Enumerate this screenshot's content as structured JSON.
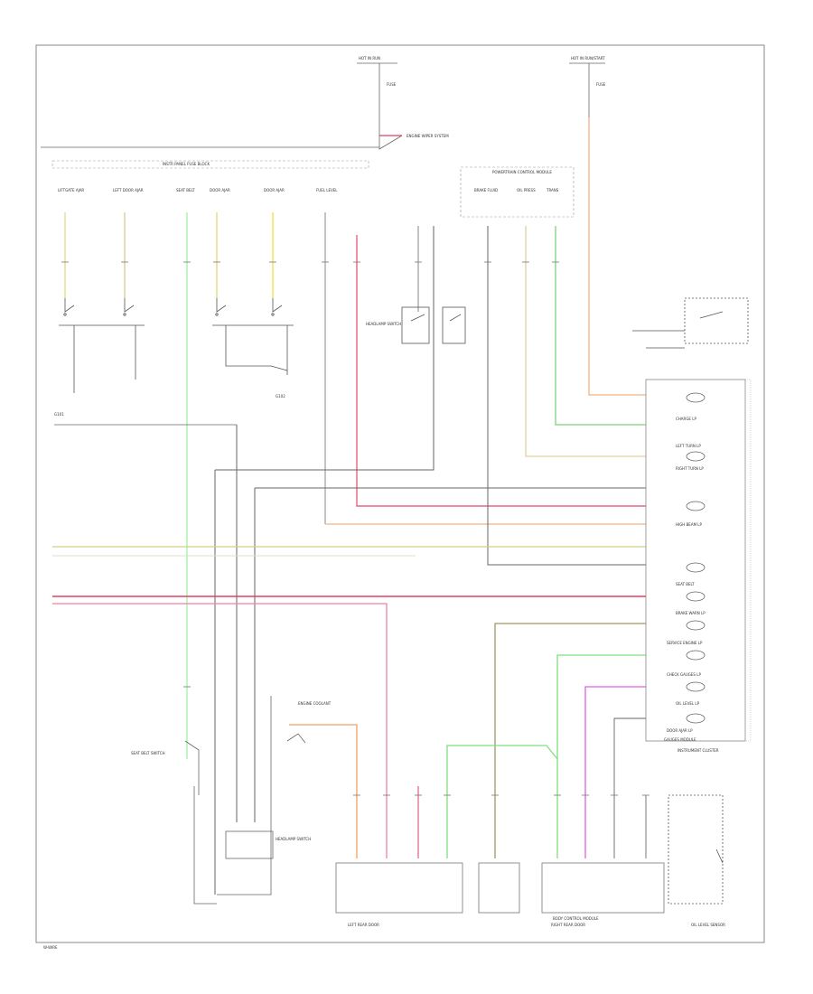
{
  "labels": {
    "hot_run_left": "HOT IN RUN",
    "hot_run_right": "HOT IN RUN/START",
    "fuse_left": "FUSE",
    "fuse_right": "FUSE",
    "engine_ws": "ENGINE WIPER SYSTEM",
    "inst_pnl_fuse": "INSTR PANEL FUSE BLOCK",
    "body_ctrl": "BODY CONTROL MODULE",
    "powertrain": "POWERTRAIN CONTROL MODULE",
    "sw_1": "LIFTGATE AJAR",
    "sw_2": "LEFT DOOR AJAR",
    "sw_3": "SEAT BELT",
    "sw_4": "DOOR AJAR",
    "sw_5": "DOOR AJAR",
    "sw_6": "FUEL LEVEL",
    "sw_7": "BRAKE FLUID",
    "sw_8": "OIL PRESS",
    "sw_9": "TRANS",
    "lightsw": "HEADLAMP SWITCH",
    "ground_1": "G101",
    "ground_2": "G102",
    "cluster_title": "INSTRUMENT CLUSTER",
    "gauges_mod": "GAUGES MODULE",
    "ind_1": "CHARGE LP",
    "ind_2": "LEFT TURN LP",
    "ind_3": "RIGHT TURN LP",
    "ind_4": "HIGH BEAM LP",
    "ind_5": "SEAT BELT",
    "ind_6": "BRAKE WARN LP",
    "ind_7": "SERVICE ENGINE LP",
    "ind_8": "CHECK GAUGES LP",
    "ind_9": "OIL LEVEL LP",
    "ind_10": "DOOR AJAR LP",
    "bottom_1": "SEAT BELT SWITCH",
    "bottom_2": "HEADLAMP SWITCH",
    "bottom_3": "ENGINE COOLANT",
    "bottom_4": "LEFT REAR DOOR",
    "bottom_5": "RIGHT REAR DOOR",
    "bottom_6": "OIL LEVEL SENSOR",
    "footer_left": "W-WIRE"
  },
  "colors": {
    "yellow": "#dede80",
    "green": "#80e080",
    "red": "#e04060",
    "pink": "#e080a0",
    "orange": "#f0b080",
    "magenta": "#e060e0",
    "gray": "#808080",
    "black": "#404040",
    "tan": "#d8c890",
    "olive": "#a09860"
  }
}
